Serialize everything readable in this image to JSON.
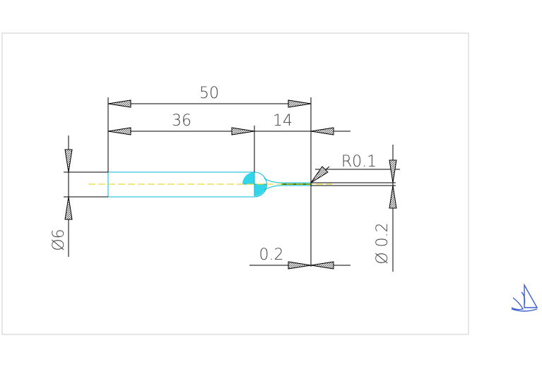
{
  "drawing": {
    "dimensions": {
      "overall_length": "50",
      "shank_length": "36",
      "tip_length": "14",
      "shank_diameter": "Ø6",
      "tip_radius": "R0.1",
      "tip_width": "0.2",
      "tip_diameter": "Ø 0.2"
    },
    "logo_icon": "boat-logo-icon"
  },
  "colors": {
    "outline": "#000000",
    "part": "#00b8d4",
    "centerline": "#e0d000",
    "text": "#444444",
    "frame": "#cccccc"
  }
}
